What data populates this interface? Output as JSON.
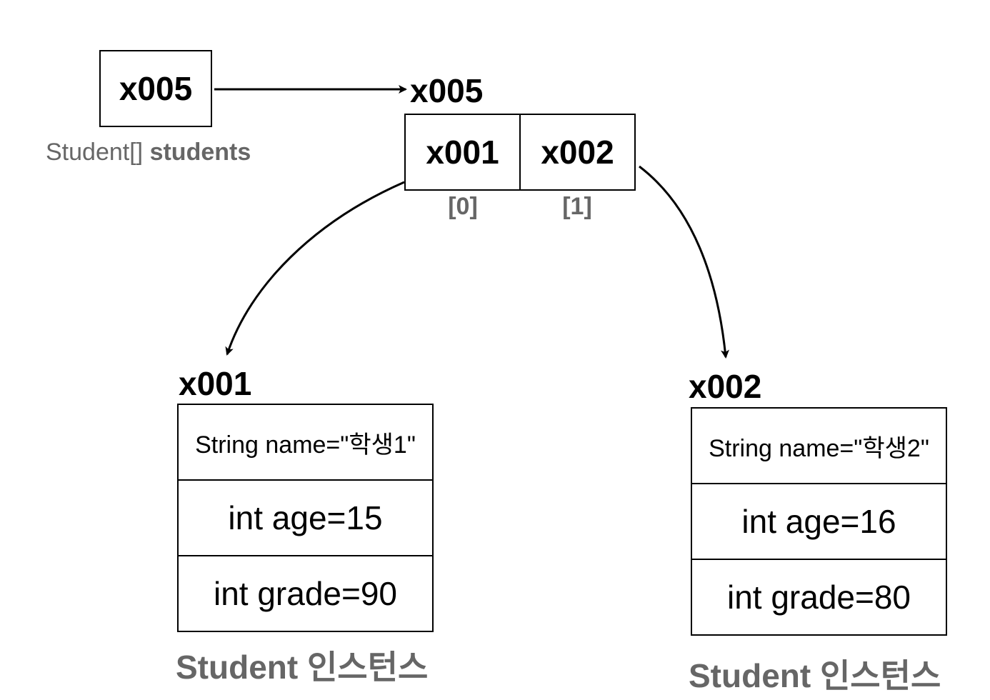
{
  "reference_variable": {
    "value": "x005",
    "type_label": "Student[]",
    "name_label": "students"
  },
  "array": {
    "address": "x005",
    "cells": [
      {
        "value": "x001",
        "index": "[0]"
      },
      {
        "value": "x002",
        "index": "[1]"
      }
    ]
  },
  "instances": [
    {
      "address": "x001",
      "fields": [
        "String name=\"학생1\"",
        "int age=15",
        "int grade=90"
      ],
      "caption": "Student 인스턴스"
    },
    {
      "address": "x002",
      "fields": [
        "String name=\"학생2\"",
        "int age=16",
        "int grade=80"
      ],
      "caption": "Student 인스턴스"
    }
  ],
  "colors": {
    "stroke": "#000000",
    "muted_text": "#666666"
  }
}
